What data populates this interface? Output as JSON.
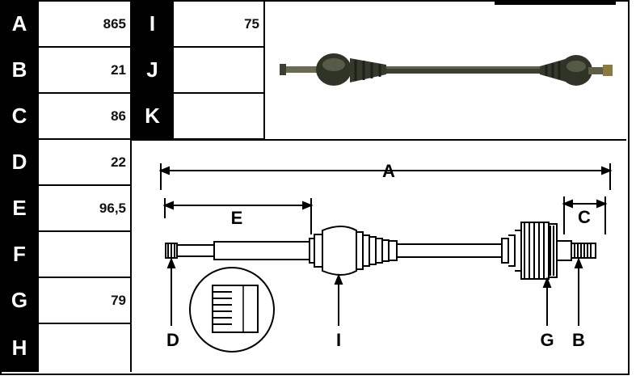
{
  "table_left": [
    {
      "letter": "A",
      "value": "865"
    },
    {
      "letter": "B",
      "value": "21"
    },
    {
      "letter": "C",
      "value": "86"
    },
    {
      "letter": "D",
      "value": "22"
    },
    {
      "letter": "E",
      "value": "96,5"
    },
    {
      "letter": "F",
      "value": ""
    },
    {
      "letter": "G",
      "value": "79"
    },
    {
      "letter": "H",
      "value": ""
    }
  ],
  "table_right": [
    {
      "letter": "I",
      "value": "75"
    },
    {
      "letter": "J",
      "value": ""
    },
    {
      "letter": "K",
      "value": ""
    }
  ],
  "diagram": {
    "label_a": "A",
    "label_e": "E",
    "label_c": "C",
    "label_d": "D",
    "label_i": "I",
    "label_g": "G",
    "label_b": "B"
  },
  "colors": {
    "ink": "#000000",
    "shaft_photo": "#3b4030",
    "background": "#ffffff"
  }
}
